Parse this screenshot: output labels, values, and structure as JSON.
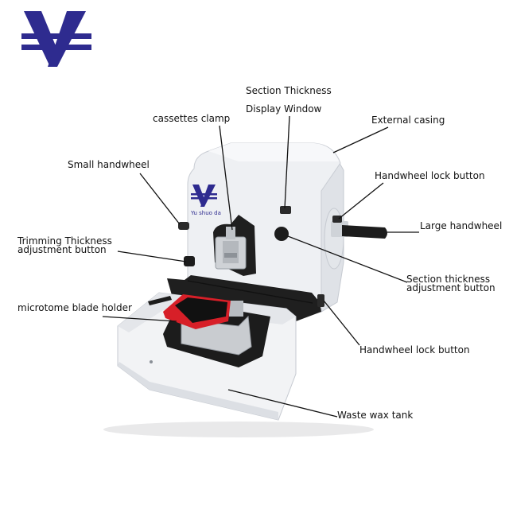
{
  "logo": {
    "name": "yushuoda-logo",
    "text": "Yu shuo da"
  },
  "labels": {
    "section_thickness_line1": "Section Thickness",
    "section_thickness_line2": "Display Window",
    "cassettes_clamp": "cassettes clamp",
    "external_casing": "External casing",
    "small_handwheel": "Small handwheel",
    "handwheel_lock_button_top": "Handwheel lock button",
    "large_handwheel": "Large handwheel",
    "trimming_line1": "Trimming Thickness",
    "trimming_line2": "adjustment button",
    "section_adjust_line1": "Section thickness",
    "section_adjust_line2": "adjustment button",
    "microtome_blade_holder": "microtome blade holder",
    "handwheel_lock_button_bottom": "Handwheel lock button",
    "waste_wax_tank": "Waste wax tank"
  },
  "colors": {
    "brand": "#2e2b8f",
    "blade_holder": "#d71f28",
    "casing": "#eef0f3",
    "dark_part": "#1f1f1f"
  }
}
